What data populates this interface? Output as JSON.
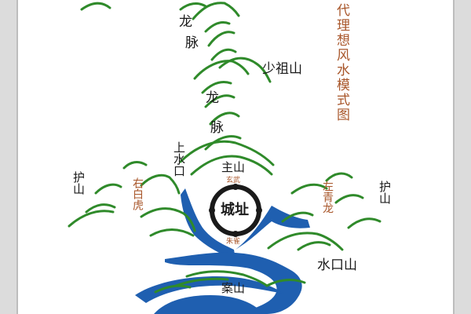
{
  "title": "代理想风水模式图",
  "labels": {
    "long1": "龙",
    "mai1": "脉",
    "long2": "龙",
    "mai2": "脉",
    "shaozushan": "少祖山",
    "shangshuikou": "上水口",
    "zhushan": "主山",
    "xuanwu": "玄武",
    "chengzhi": "城址",
    "zhuque": "朱雀",
    "hushan_left": "护山",
    "hushan_right": "护山",
    "you_baihu": "右白虎",
    "zuo_qinglong": "左青龙",
    "shuikoushan": "水口山",
    "anshan": "案山"
  },
  "colors": {
    "mountain_green": "#2f8a2a",
    "water_blue": "#1f5fb0",
    "label_brown": "#a8562a",
    "paper": "#ffffff",
    "frame": "#dcdcdc"
  }
}
